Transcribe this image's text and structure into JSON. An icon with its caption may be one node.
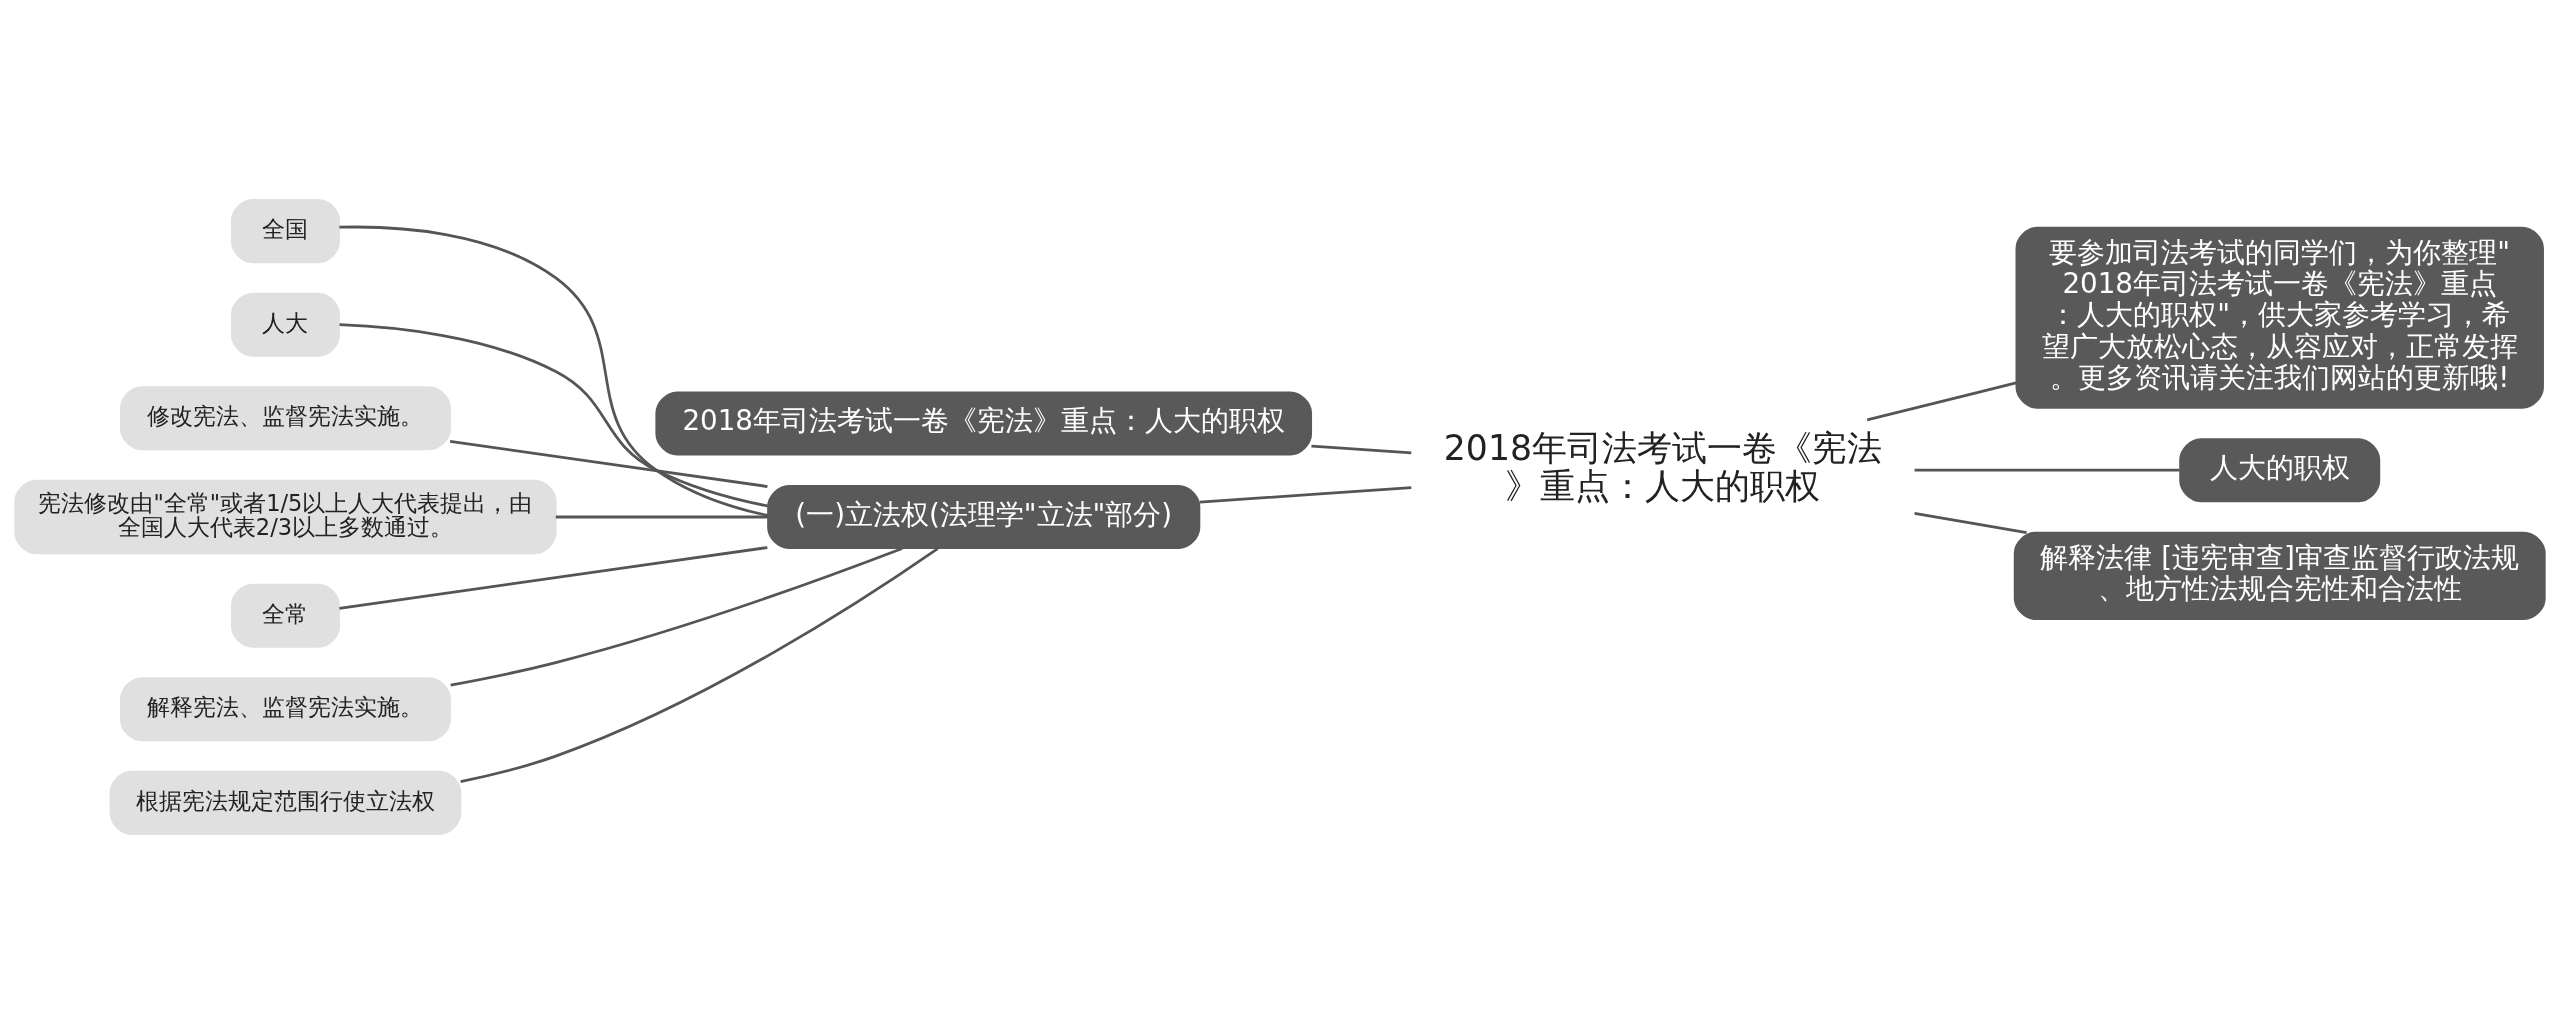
{
  "diagram": {
    "nodes": [
      {
        "text": [
          "2018年司法考试一卷《宪法》重点：人大的职权"
        ]
      },
      {
        "text": [
          "2018年司法考试一卷《宪法》重点：人大的职权"
        ]
      },
      {
        "text": [
          "要参加司法考试的同学们，为你整理\"2018年司法考试一卷《宪法》重点：人大的职权\"，供大家参考学习，希望广大放松心态，从容应对，正常发挥。更多资讯请关注我们网站的更新哦!"
        ]
      },
      {
        "text": [
          "人大的职权"
        ]
      },
      {
        "text": [
          "解释法律 [违宪审查]审查监督行政法规、地方性法规合宪性和合法性"
        ]
      },
      {
        "text": [
          "(一)立法权(法理学\"立法\"部分)"
        ]
      },
      {
        "text": [
          "全国"
        ]
      },
      {
        "text": [
          "人大"
        ]
      },
      {
        "text": [
          "修改宪法、监督宪法实施。"
        ]
      },
      {
        "text": [
          "宪法修改由\"全常\"或者1/5以上人大代表提出，由全国人大代表2/3以上多数通过。"
        ]
      },
      {
        "text": [
          "全常"
        ]
      },
      {
        "text": [
          "解释宪法、监督宪法实施。"
        ]
      },
      {
        "text": [
          "根据宪法规定范围行使立法权"
        ]
      }
    ],
    "edges": [
      {
        "from": 0,
        "to": 1,
        "arrow": "none"
      },
      {
        "from": 0,
        "to": 2,
        "arrow": "none"
      },
      {
        "from": 0,
        "to": 3,
        "arrow": "none"
      },
      {
        "from": 0,
        "to": 4,
        "arrow": "none"
      },
      {
        "from": 0,
        "to": 5,
        "arrow": "none"
      },
      {
        "from": 5,
        "to": 6,
        "arrow": "none"
      },
      {
        "from": 5,
        "to": 7,
        "arrow": "none"
      },
      {
        "from": 5,
        "to": 8,
        "arrow": "none"
      },
      {
        "from": 5,
        "to": 9,
        "arrow": "none"
      },
      {
        "from": 5,
        "to": 10,
        "arrow": "none"
      },
      {
        "from": 5,
        "to": 11,
        "arrow": "none"
      },
      {
        "from": 5,
        "to": 12,
        "arrow": "none"
      }
    ]
  }
}
